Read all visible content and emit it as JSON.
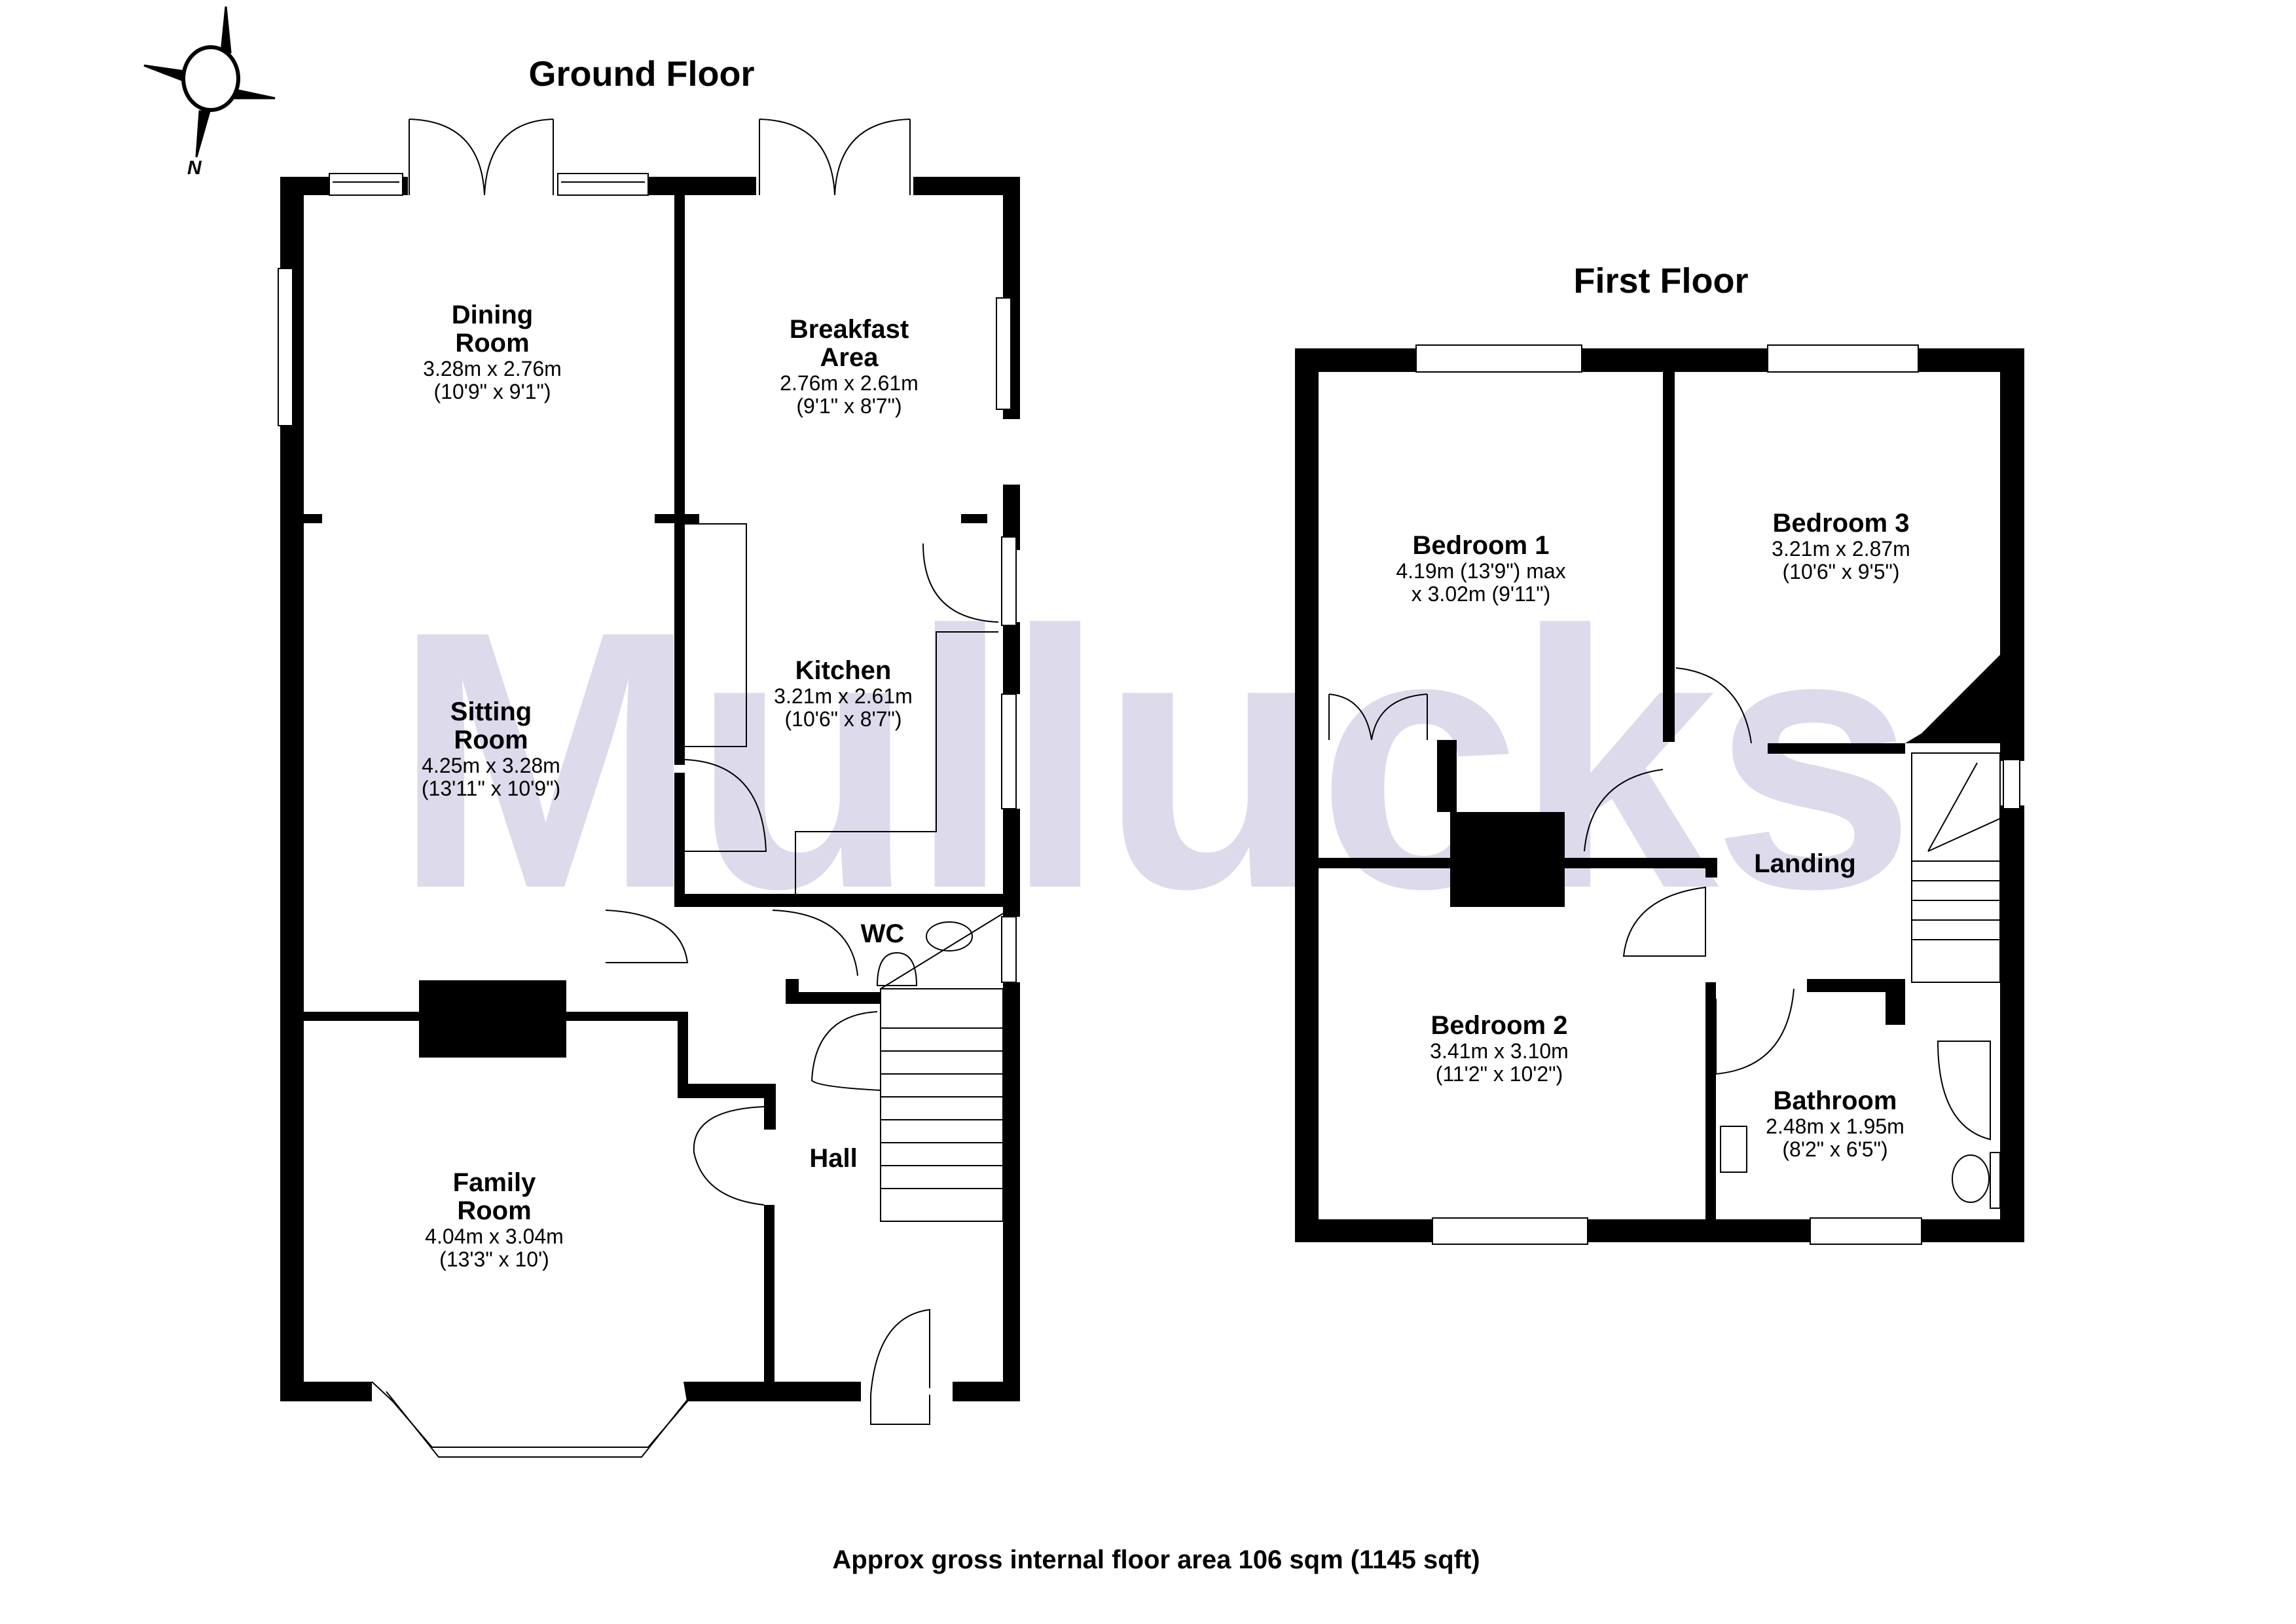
{
  "watermark": {
    "text": "Mullucks",
    "color": "#dcdaeb"
  },
  "compass": {
    "label": "N"
  },
  "ground_floor": {
    "title": "Ground Floor",
    "rooms": [
      {
        "name": "Dining Room",
        "name_line1": "Dining",
        "name_line2": "Room",
        "metric": "3.28m x 2.76m",
        "imperial": "(10'9\" x 9'1\")"
      },
      {
        "name": "Breakfast Area",
        "name_line1": "Breakfast",
        "name_line2": "Area",
        "metric": "2.76m x 2.61m",
        "imperial": "(9'1\" x 8'7\")"
      },
      {
        "name": "Kitchen",
        "metric": "3.21m x 2.61m",
        "imperial": "(10'6\" x 8'7\")"
      },
      {
        "name": "Sitting Room",
        "name_line1": "Sitting",
        "name_line2": "Room",
        "metric": "4.25m x 3.28m",
        "imperial": "(13'11\" x 10'9\")"
      },
      {
        "name": "WC"
      },
      {
        "name": "Family Room",
        "name_line1": "Family",
        "name_line2": "Room",
        "metric": "4.04m x 3.04m",
        "imperial": "(13'3\" x 10')"
      },
      {
        "name": "Hall"
      }
    ]
  },
  "first_floor": {
    "title": "First Floor",
    "rooms": [
      {
        "name": "Bedroom 1",
        "metric_line1": "4.19m (13'9\") max",
        "metric_line2": "x 3.02m (9'11\")"
      },
      {
        "name": "Bedroom 3",
        "metric": "3.21m x 2.87m",
        "imperial": "(10'6\" x 9'5\")"
      },
      {
        "name": "Landing"
      },
      {
        "name": "Bedroom 2",
        "metric": "3.41m x 3.10m",
        "imperial": "(11'2\" x 10'2\")"
      },
      {
        "name": "Bathroom",
        "metric": "2.48m x 1.95m",
        "imperial": "(8'2\" x 6'5\")"
      }
    ]
  },
  "footer": {
    "text": "Approx gross internal floor area 106 sqm (1145 sqft)"
  },
  "colors": {
    "wall": "#000000",
    "background": "#ffffff",
    "watermark": "#dcdaeb"
  }
}
